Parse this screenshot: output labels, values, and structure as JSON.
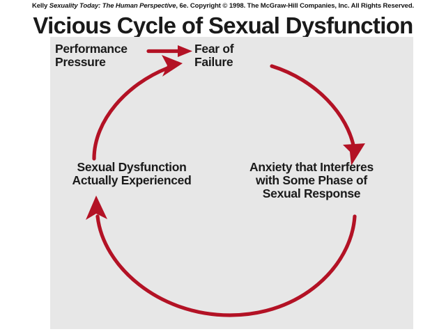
{
  "credit": {
    "author": "Kelly",
    "book_title": "Sexuality Today: The Human Perspective",
    "edition_and_rights": ", 6e. Copyright © 1998. The McGraw-Hill Companies, Inc. All Rights Reserved."
  },
  "title": "Vicious Cycle of Sexual Dysfunction",
  "diagram": {
    "type": "cycle",
    "direction": "clockwise",
    "panel_color": "#e7e7e7",
    "arrow_color": "#b31225",
    "text_color": "#1a1a1a",
    "nodes": [
      {
        "id": "performance-pressure",
        "lines": [
          "Performance",
          "Pressure"
        ],
        "position": "top-left"
      },
      {
        "id": "fear-of-failure",
        "lines": [
          "Fear of",
          "Failure"
        ],
        "position": "top-right"
      },
      {
        "id": "anxiety-interferes",
        "lines": [
          "Anxiety that Interferes",
          "with Some Phase of",
          "Sexual Response"
        ],
        "position": "right"
      },
      {
        "id": "sexual-dysfunction",
        "lines": [
          "Sexual Dysfunction",
          "Actually Experienced"
        ],
        "position": "left"
      }
    ],
    "arrows": [
      {
        "id": "performance-pressure-to-fear",
        "from": "performance-pressure",
        "to": "fear-of-failure",
        "style": "straight-horizontal"
      },
      {
        "id": "fear-to-anxiety",
        "from": "fear-of-failure",
        "to": "anxiety-interferes",
        "style": "curved-arc"
      },
      {
        "id": "anxiety-to-dysfunction",
        "from": "anxiety-interferes",
        "to": "sexual-dysfunction",
        "style": "curved-arc"
      },
      {
        "id": "dysfunction-to-fear",
        "from": "sexual-dysfunction",
        "to": "fear-of-failure",
        "style": "curved-arc"
      }
    ]
  }
}
